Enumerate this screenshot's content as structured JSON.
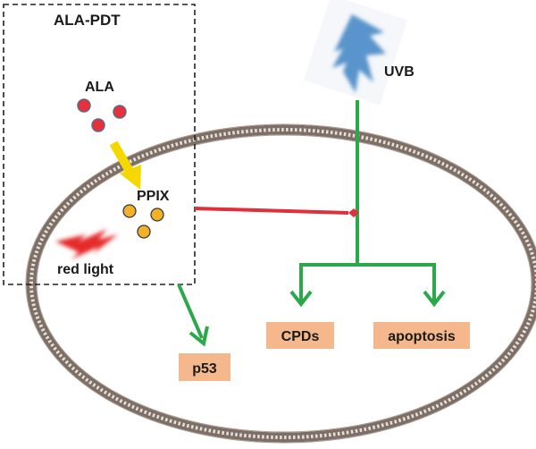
{
  "diagram": {
    "group_title": "ALA-PDT",
    "ala_label": "ALA",
    "ppix_label": "PPIX",
    "red_light_label": "red light",
    "uvb_label": "UVB",
    "outcomes": {
      "p53": "p53",
      "cpds": "CPDs",
      "apoptosis": "apoptosis"
    },
    "colors": {
      "cell_membrane": "#8a7a70",
      "ala_molecule": "#e8303a",
      "ppix_molecule": "#f3b12a",
      "activation_arrow": "#2aa84a",
      "inhibition_line": "#e0303a",
      "conversion_arrow": "#f5d800",
      "outcome_box": "#f5b78c",
      "uvb_bolt": "#5a94cc",
      "red_light_bolt": "#e52b2b"
    }
  }
}
